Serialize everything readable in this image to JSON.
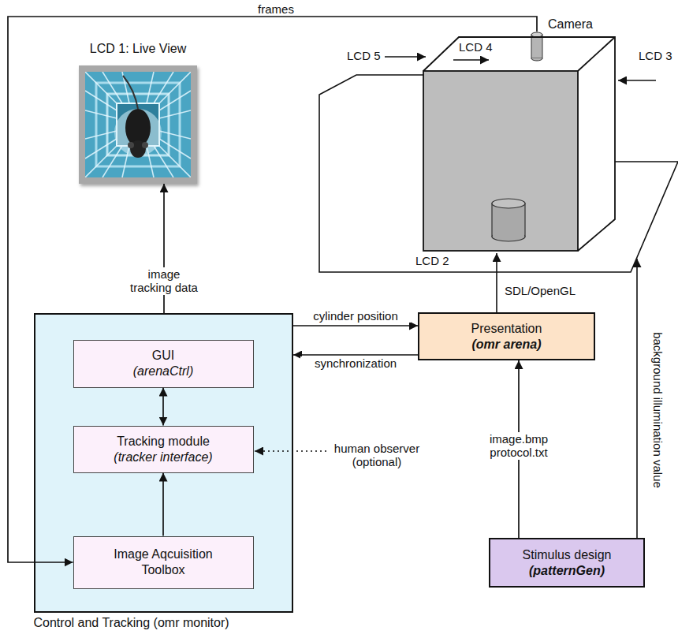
{
  "diagram": {
    "nodes": [
      {
        "text": [
          "LCD 1: Live View"
        ]
      },
      {
        "text": [
          "Control and Tracking (omr monitor)"
        ]
      },
      {
        "text": [
          "GUI",
          "(arenaCtrl)"
        ],
        "in": 1
      },
      {
        "text": [
          "Tracking module",
          "(tracker interface)"
        ],
        "in": 1
      },
      {
        "text": [
          "Image Aqcuisition Toolbox"
        ],
        "in": 1
      },
      {
        "text": [
          "Presentation",
          "(omr arena)"
        ]
      },
      {
        "text": [
          "Stimulus design",
          "(patternGen)"
        ]
      },
      {
        "text": [
          "Camera"
        ]
      }
    ],
    "edges": [
      {
        "from": 1,
        "to": 0,
        "label": "image tracking data",
        "arrow": "to"
      },
      {
        "from": 1,
        "to": 5,
        "label": "cylinder position",
        "arrow": "to"
      },
      {
        "from": 5,
        "to": 1,
        "label": "synchronization",
        "arrow": "to"
      },
      {
        "from": 2,
        "to": 3,
        "arrow": "both"
      },
      {
        "from": 4,
        "to": 3,
        "arrow": "to"
      },
      {
        "from": 7,
        "to": 4,
        "label": "frames",
        "arrow": "to"
      },
      {
        "from": 6,
        "to": 5,
        "label": "image.bmp protocol.txt",
        "arrow": "to"
      }
    ],
    "labels": [
      "LCD 4",
      "LCD 5",
      "LCD 3",
      "LCD 2",
      "SDL/OpenGL",
      "background illumination value",
      "human observer (optional)"
    ]
  }
}
